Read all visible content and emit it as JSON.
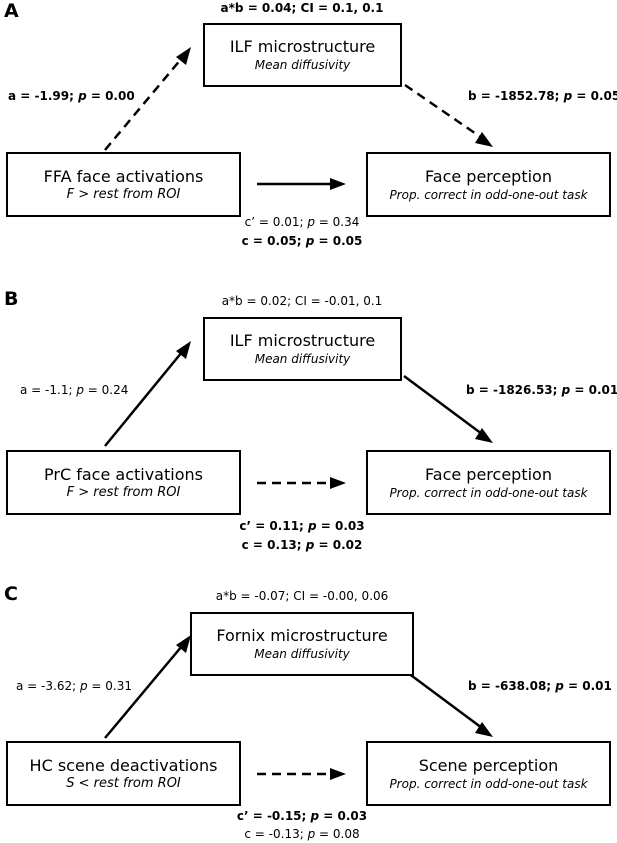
{
  "panels": [
    {
      "label": "A",
      "mediator": {
        "title": "ILF microstructure",
        "subtitle": "Mean diffusivity"
      },
      "predictor": {
        "title": "FFA face activations",
        "subtitle": "F > rest from ROI"
      },
      "outcome": {
        "title": "Face perception",
        "subtitle": "Prop. correct in odd-one-out task"
      },
      "indirect": "a*b = 0.04; CI = 0.1, 0.1",
      "path_a": "a = -1.99; p = 0.00",
      "path_b": "b = -1852.78; p = 0.05",
      "path_c_prime": "c’ = 0.01; p = 0.34",
      "path_c": "c = 0.05; p = 0.05"
    },
    {
      "label": "B",
      "mediator": {
        "title": "ILF microstructure",
        "subtitle": "Mean diffusivity"
      },
      "predictor": {
        "title": "PrC face activations",
        "subtitle": "F > rest from ROI"
      },
      "outcome": {
        "title": "Face perception",
        "subtitle": "Prop. correct in odd-one-out task"
      },
      "indirect": "a*b = 0.02; CI = -0.01, 0.1",
      "path_a": "a = -1.1; p = 0.24",
      "path_b": "b = -1826.53; p = 0.01",
      "path_c_prime": "c’ = 0.11; p = 0.03",
      "path_c": "c = 0.13; p = 0.02"
    },
    {
      "label": "C",
      "mediator": {
        "title": "Fornix microstructure",
        "subtitle": "Mean diffusivity"
      },
      "predictor": {
        "title": "HC scene deactivations",
        "subtitle": "S < rest from ROI"
      },
      "outcome": {
        "title": "Scene perception",
        "subtitle": "Prop. correct in odd-one-out task"
      },
      "indirect": "a*b = -0.07; CI = -0.00, 0.06",
      "path_a": "a = -3.62; p = 0.31",
      "path_b": "b = -638.08; p = 0.01",
      "path_c_prime": "c’ = -0.15; p = 0.03",
      "path_c": "c = -0.13; p = 0.08"
    }
  ]
}
